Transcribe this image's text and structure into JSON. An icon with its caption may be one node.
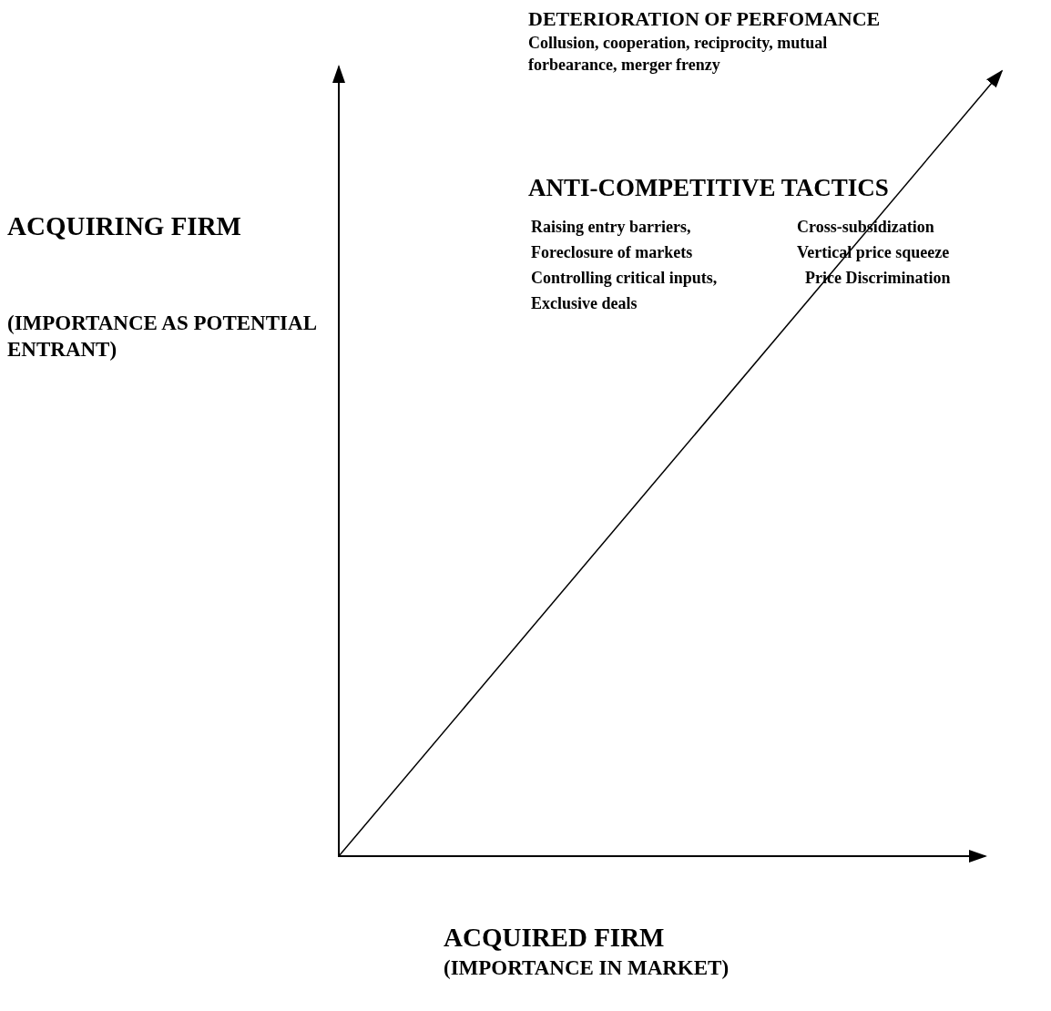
{
  "diagram": {
    "labels": [
      "DETERIORATION OF PERFOMANCE",
      "Collusion, cooperation, reciprocity, mutual forbearance, merger frenzy",
      "ANTI-COMPETITIVE TACTICS",
      "ACQUIRING FIRM",
      "Raising entry barriers,",
      "Cross-subsidization",
      "Foreclosure of markets",
      "Vertical price squeeze",
      "Controlling critical inputs,",
      "Price Discrimination",
      "Exclusive deals",
      "(IMPORTANCE AS POTENTIAL ENTRANT)",
      "ACQUIRED FIRM",
      "(IMPORTANCE IN MARKET)"
    ]
  }
}
